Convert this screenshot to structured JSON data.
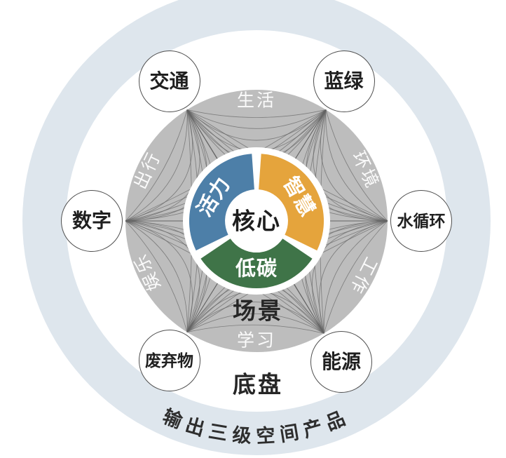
{
  "diagram": {
    "core": {
      "label": "核心"
    },
    "ring_segments": [
      {
        "label": "活力",
        "color": "#4d7fa8",
        "start_deg": 154,
        "end_deg": 266,
        "label_angle_deg": 210,
        "label_rot_deg": -57
      },
      {
        "label": "智慧",
        "color": "#e5a43c",
        "start_deg": -86,
        "end_deg": 26,
        "label_angle_deg": -30,
        "label_rot_deg": 60
      },
      {
        "label": "低碳",
        "color": "#3f7448",
        "start_deg": 34,
        "end_deg": 146,
        "label_angle_deg": 90,
        "label_rot_deg": 0
      }
    ],
    "scene_zone": {
      "label": "场景"
    },
    "base_zone": {
      "label": "底盘"
    },
    "scene_labels": [
      {
        "label": "生活",
        "angle_deg": 270,
        "rot_deg": 0
      },
      {
        "label": "环境",
        "angle_deg": 335,
        "rot_deg": 65
      },
      {
        "label": "工作",
        "angle_deg": 27,
        "rot_deg": 117
      },
      {
        "label": "学习",
        "angle_deg": 90,
        "rot_deg": 0
      },
      {
        "label": "娱乐",
        "angle_deg": 155,
        "rot_deg": -115
      },
      {
        "label": "出行",
        "angle_deg": 205,
        "rot_deg": -65
      }
    ],
    "products": [
      {
        "label": "交通",
        "angle_deg": 238
      },
      {
        "label": "蓝绿",
        "angle_deg": 302
      },
      {
        "label": "数字",
        "angle_deg": 180
      },
      {
        "label": "水循环",
        "angle_deg": 0
      },
      {
        "label": "废弃物",
        "angle_deg": 122
      },
      {
        "label": "能源",
        "angle_deg": 59
      }
    ],
    "outer_ring_label": "输出三级空间产品",
    "colors": {
      "outer_ring": "#dee6ed",
      "inner_disc": "#ffffff",
      "scene_circle": "#bdbdbd",
      "network_line": "#646464",
      "dark_text": "#2e2e2e",
      "scene_label_text": "#f4f4f4"
    }
  }
}
